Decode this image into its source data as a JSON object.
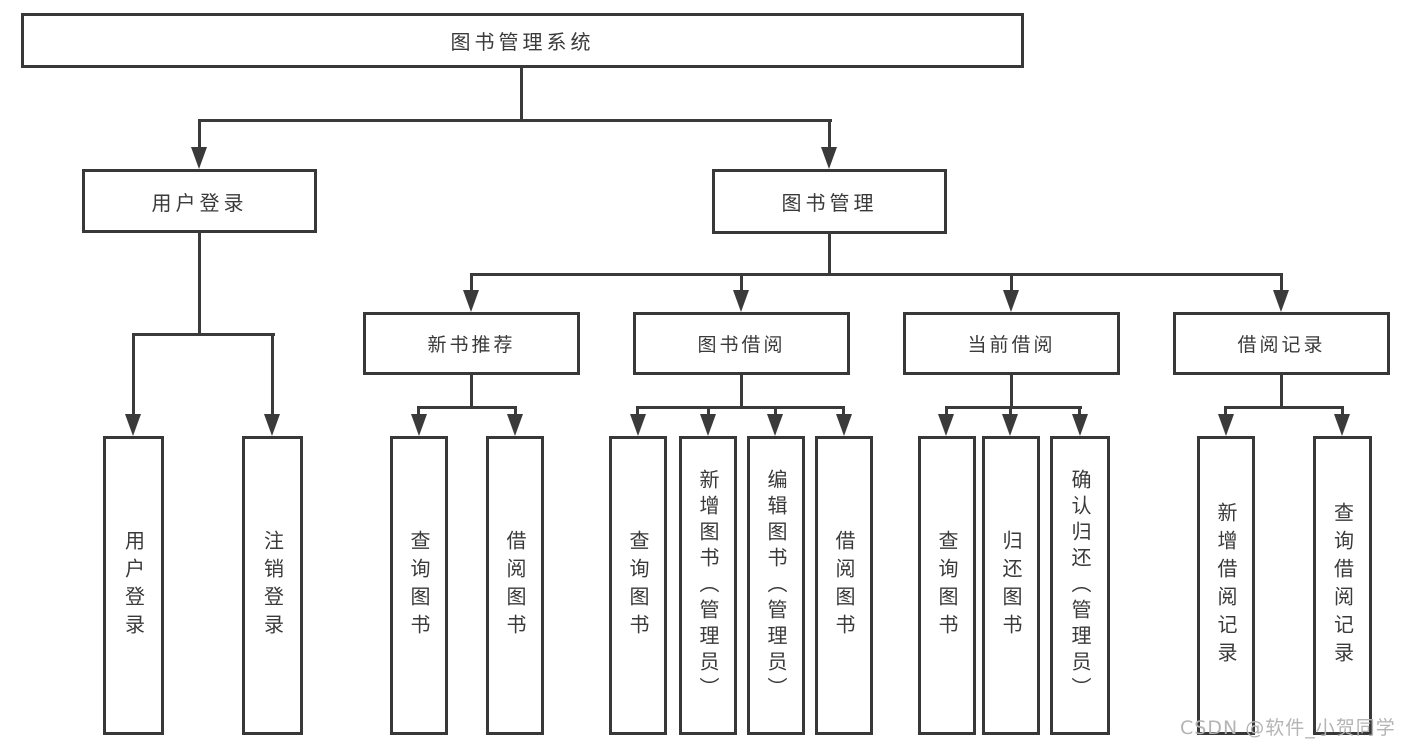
{
  "tree": {
    "label": "图书管理系统",
    "children": [
      {
        "label": "用户登录",
        "children": [
          {
            "label": "用户登录"
          },
          {
            "label": "注销登录"
          }
        ]
      },
      {
        "label": "图书管理",
        "children": [
          {
            "label": "新书推荐",
            "children": [
              {
                "label": "查询图书"
              },
              {
                "label": "借阅图书"
              }
            ]
          },
          {
            "label": "图书借阅",
            "children": [
              {
                "label": "查询图书"
              },
              {
                "label": "新增图书（管理员）"
              },
              {
                "label": "编辑图书（管理员）"
              },
              {
                "label": "借阅图书"
              }
            ]
          },
          {
            "label": "当前借阅",
            "children": [
              {
                "label": "查询图书"
              },
              {
                "label": "归还图书"
              },
              {
                "label": "确认归还（管理员）"
              }
            ]
          },
          {
            "label": "借阅记录",
            "children": [
              {
                "label": "新增借阅记录"
              },
              {
                "label": "查询借阅记录"
              }
            ]
          }
        ]
      }
    ]
  },
  "watermark": {
    "text": "CSDN @软件_小贺同学"
  },
  "colors": {
    "line": "#3a3a3a",
    "box_border": "#383838",
    "text": "#3a3a3a",
    "watermark": "#b4b4b4",
    "background": "#ffffff"
  }
}
